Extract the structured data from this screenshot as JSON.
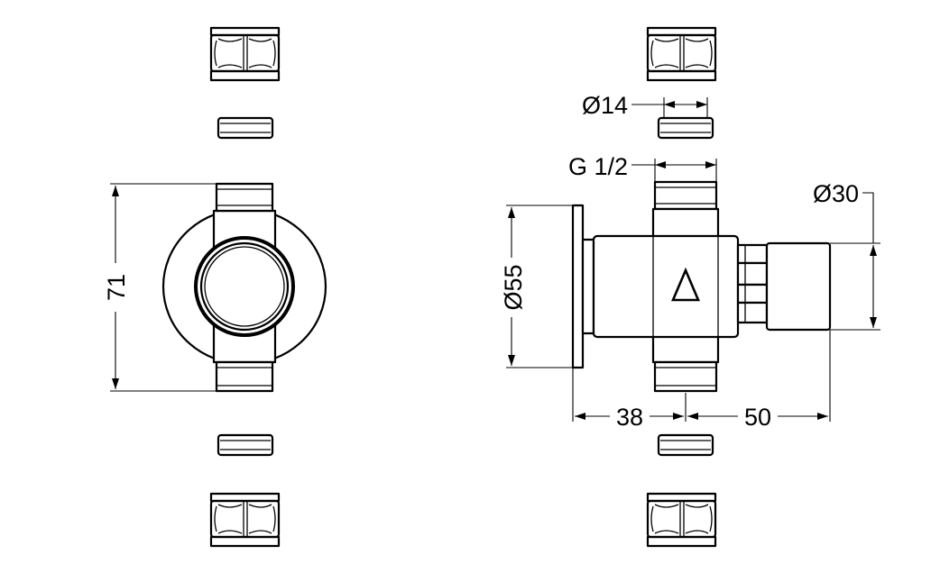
{
  "drawing": {
    "dimensions": {
      "height_front": "71",
      "dia_supply": "Ø14",
      "thread": "G 1/2",
      "dia_cap": "Ø30",
      "dia_flange": "Ø55",
      "depth_body": "38",
      "depth_cap": "50"
    },
    "colors": {
      "line": "#000000",
      "background": "#ffffff"
    },
    "symbols": {
      "body_mark": "triangle-icon"
    }
  }
}
